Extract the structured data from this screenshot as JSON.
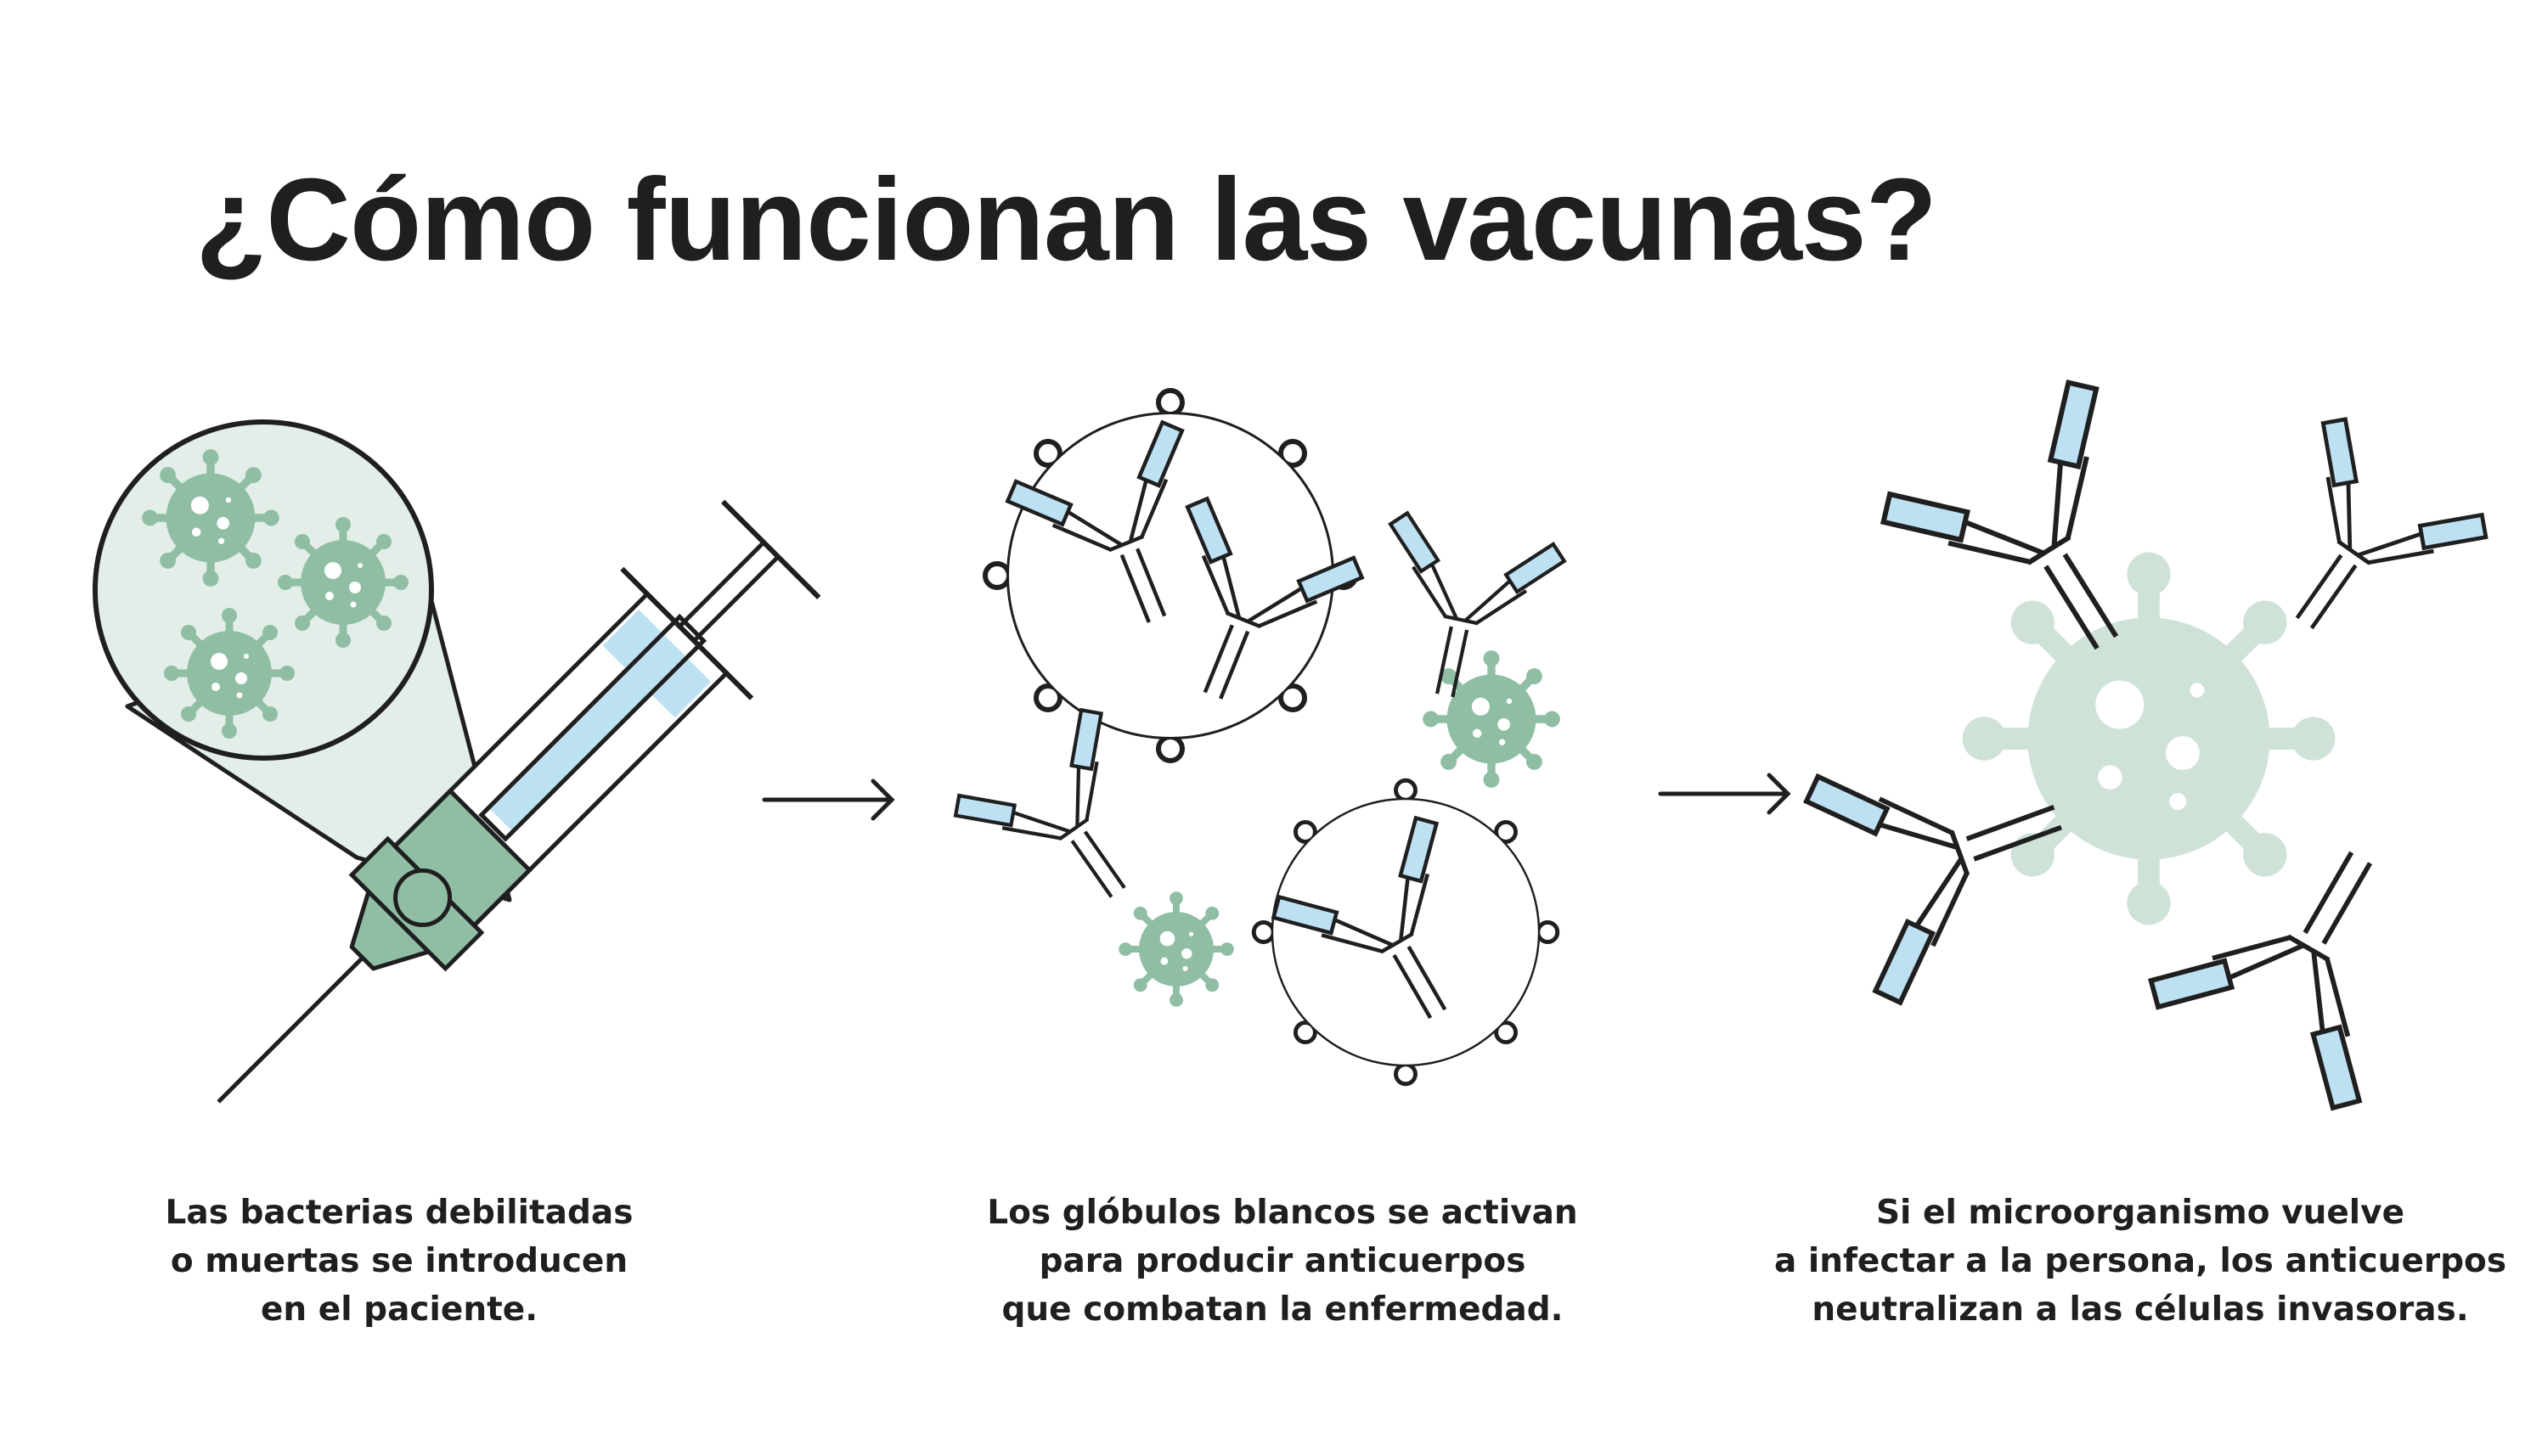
{
  "title": "¿Cómo funcionan las vacunas?",
  "steps": [
    {
      "caption_lines": [
        "Las bacterias debilitadas",
        "o muertas se introducen",
        "en el paciente."
      ]
    },
    {
      "caption_lines": [
        "Los glóbulos blancos se activan",
        "para producir anticuerpos",
        "que combatan la enfermedad."
      ]
    },
    {
      "caption_lines": [
        "Si el microorganismo vuelve",
        "a infectar a la persona, los anticuerpos",
        "neutralizan a las células invasoras."
      ]
    }
  ],
  "colors": {
    "ink": "#1f1f1f",
    "virus_green": "#8fbea5",
    "virus_light": "#cfe2d8",
    "lens_fill": "#e3eee8",
    "antibody_blue": "#bde1f3",
    "syringe_green": "#8fbea5"
  },
  "icons": [
    "syringe-icon",
    "magnifier-icon",
    "virus-icon",
    "white-blood-cell-icon",
    "antibody-icon",
    "arrow-right-icon"
  ]
}
